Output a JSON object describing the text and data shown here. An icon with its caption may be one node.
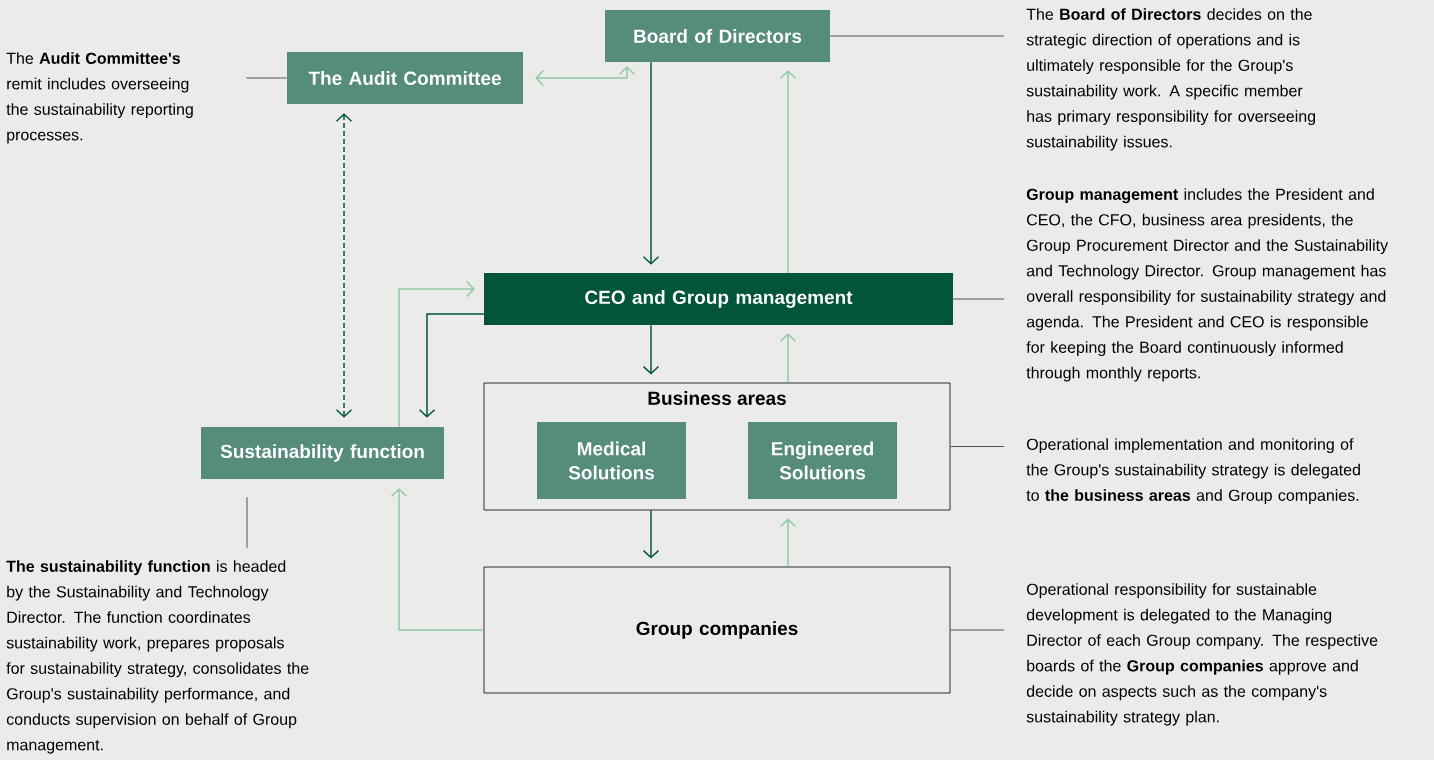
{
  "diagram": {
    "nodes": [
      {
        "text": [
          "Board of Directors"
        ]
      },
      {
        "text": [
          "The Audit Committee"
        ]
      },
      {
        "text": [
          "CEO and Group management"
        ]
      },
      {
        "text": [
          "Business areas"
        ]
      },
      {
        "text": [
          "Medical Solutions"
        ],
        "in": 3
      },
      {
        "text": [
          "Engineered Solutions"
        ],
        "in": 3
      },
      {
        "text": [
          "Sustainability function"
        ]
      },
      {
        "text": [
          "Group companies"
        ]
      },
      {
        "text": [
          "The **Audit Committee's** remit includes overseeing the sustainability reporting processes."
        ]
      },
      {
        "text": [
          "The **Board of Directors** decides on the strategic direction of operations and is ultimately responsible for the Group's sustainability work. A specific member has primary responsibility for overseeing sustainability issues."
        ]
      },
      {
        "text": [
          "**Group management** includes the President and CEO, the CFO, business area presidents, the Group Procurement Director and the Sustainability and Technology Director. Group management has overall responsibility for sustainability strategy and agenda. The President and CEO is responsible for keeping the Board continuously informed through monthly reports."
        ]
      },
      {
        "text": [
          "Operational implementation and monitoring of the Group's sustainability strategy is delegated to **the business areas** and Group companies."
        ]
      },
      {
        "text": [
          "Operational responsibility for sustainable development is delegated to the Managing Director of each Group company. The respective boards of the **Group companies** approve and decide on aspects such as the company's sustainability strategy plan."
        ]
      },
      {
        "text": [
          "**The sustainability function** is headed by the Sustainability and Technology Director. The function coordinates sustainability work, prepares proposals for sustainability strategy, consolidates the Group's sustainability performance, and conducts supervision on behalf of Group management."
        ]
      }
    ],
    "edges": [
      {
        "from": 1,
        "to": 0,
        "arrow": "both"
      },
      {
        "from": 0,
        "to": 2,
        "arrow": "to",
        "color": "#02553a"
      },
      {
        "from": 2,
        "to": 0,
        "arrow": "to"
      },
      {
        "from": 2,
        "to": 3,
        "arrow": "to",
        "color": "#02553a"
      },
      {
        "from": 3,
        "to": 2,
        "arrow": "to"
      },
      {
        "from": 3,
        "to": 7,
        "arrow": "to",
        "color": "#02553a"
      },
      {
        "from": 7,
        "to": 3,
        "arrow": "to"
      },
      {
        "from": 7,
        "to": 6,
        "arrow": "to"
      },
      {
        "from": 6,
        "to": 2,
        "arrow": "to"
      },
      {
        "from": 2,
        "to": 6,
        "arrow": "to",
        "color": "#02553a"
      },
      {
        "from": 1,
        "to": 6,
        "arrow": "both",
        "style": "dashed",
        "color": "#02553a"
      },
      {
        "from": 8,
        "to": 1,
        "arrow": "none",
        "color": "#555555"
      },
      {
        "from": 0,
        "to": 9,
        "arrow": "none",
        "color": "#555555"
      },
      {
        "from": 2,
        "to": 10,
        "arrow": "none",
        "color": "#555555"
      },
      {
        "from": 3,
        "to": 11,
        "arrow": "none",
        "color": "#555555"
      },
      {
        "from": 7,
        "to": 12,
        "arrow": "none",
        "color": "#555555"
      },
      {
        "from": 6,
        "to": 13,
        "arrow": "none",
        "color": "#555555"
      }
    ]
  }
}
